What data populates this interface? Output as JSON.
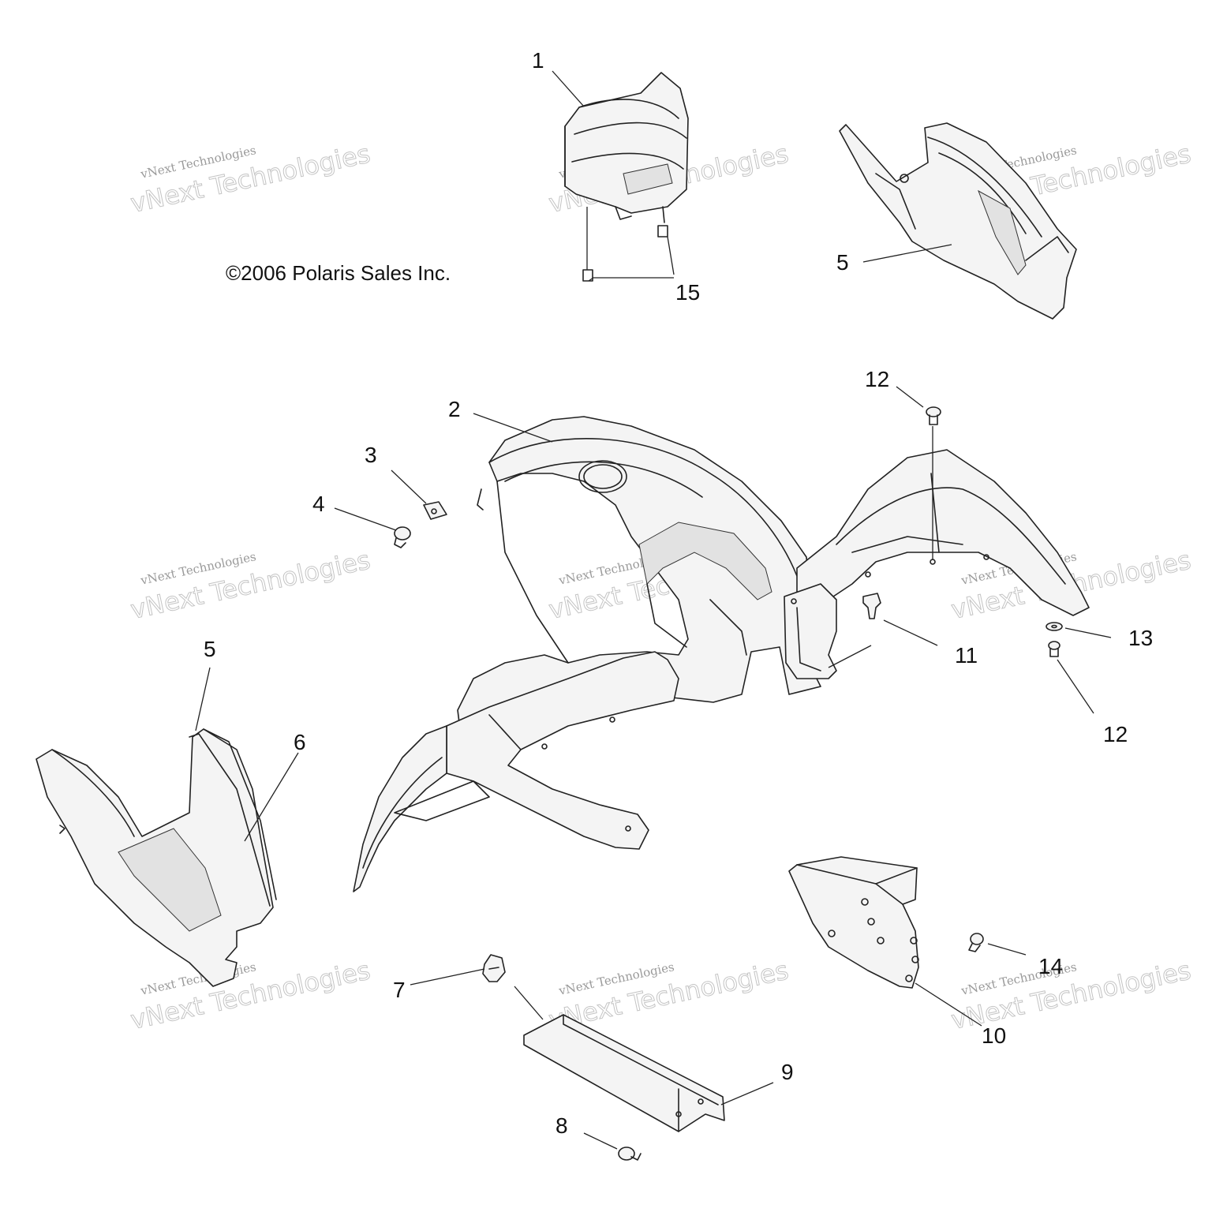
{
  "copyright": "©2006 Polaris Sales Inc.",
  "watermark": {
    "line1": "vNext Technologies",
    "line2": "vNext Technologies"
  },
  "callouts": [
    "1",
    "2",
    "3",
    "4",
    "5",
    "5",
    "6",
    "7",
    "8",
    "9",
    "10",
    "11",
    "12",
    "12",
    "13",
    "14",
    "15"
  ]
}
